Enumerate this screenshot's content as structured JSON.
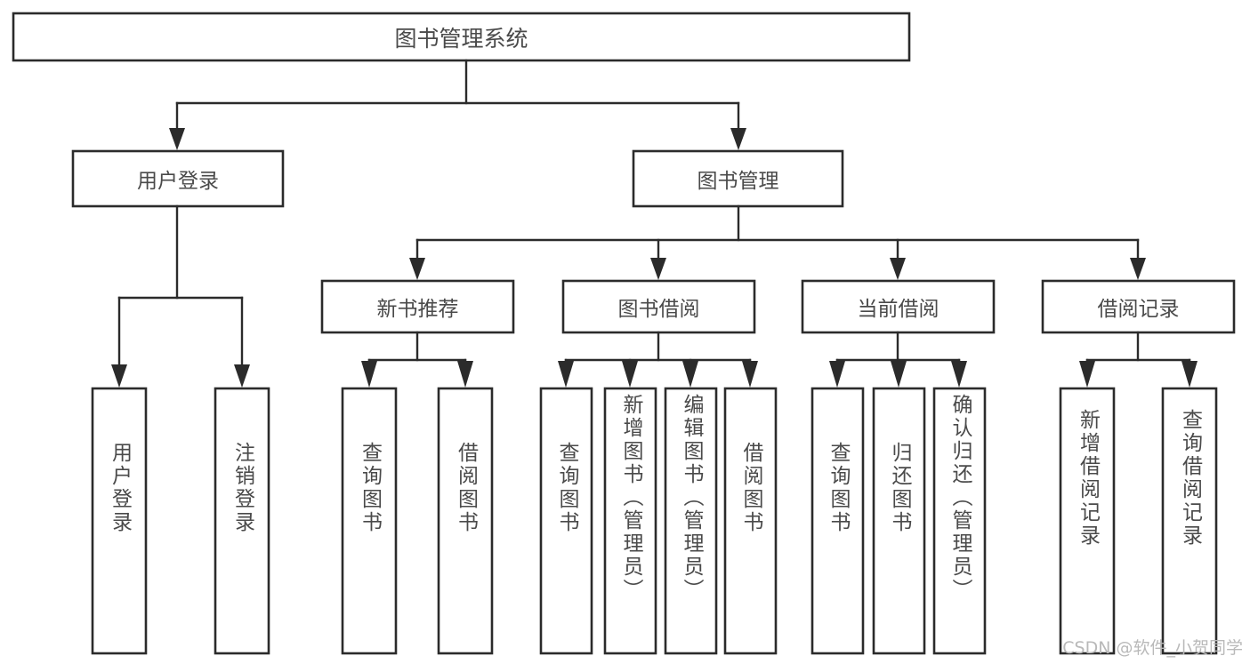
{
  "diagram": {
    "type": "tree",
    "title": "图书管理系统",
    "watermark": "CSDN @软件_小贺同学",
    "colors": {
      "box_stroke": "#2b2b2b",
      "box_fill": "#ffffff",
      "text": "#4a4a4a",
      "connector": "#2b2b2b",
      "watermark": "#b9b9b9",
      "background": "#ffffff"
    },
    "root": {
      "label": "图书管理系统"
    },
    "level1": [
      {
        "label": "用户登录"
      },
      {
        "label": "图书管理"
      }
    ],
    "level2": [
      {
        "label": "新书推荐"
      },
      {
        "label": "图书借阅"
      },
      {
        "label": "当前借阅"
      },
      {
        "label": "借阅记录"
      }
    ],
    "leaves": {
      "user_login": [
        {
          "label": "用户登录"
        },
        {
          "label": "注销登录"
        }
      ],
      "new_book_recommend": [
        {
          "label": "查询图书"
        },
        {
          "label": "借阅图书"
        }
      ],
      "book_borrow": [
        {
          "label": "查询图书"
        },
        {
          "label": "新增图书（管理员）"
        },
        {
          "label": "编辑图书（管理员）"
        },
        {
          "label": "借阅图书"
        }
      ],
      "current_borrow": [
        {
          "label": "查询图书"
        },
        {
          "label": "归还图书"
        },
        {
          "label": "确认归还（管理员）"
        }
      ],
      "borrow_record": [
        {
          "label": "新增借阅记录"
        },
        {
          "label": "查询借阅记录"
        }
      ]
    }
  }
}
